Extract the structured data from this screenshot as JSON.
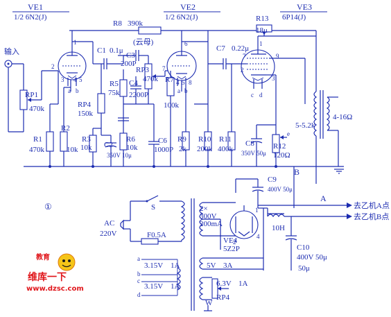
{
  "tubes": {
    "ve1": {
      "name": "VE1",
      "type": "1/2 6N2(J)",
      "pins": [
        "1",
        "2",
        "3",
        "4",
        "5",
        "a",
        "b"
      ]
    },
    "ve2": {
      "name": "VE2",
      "type": "1/2 6N2(J)",
      "pins": [
        "6",
        "7",
        "8",
        "9",
        "4",
        "5",
        "a",
        "b"
      ]
    },
    "ve3": {
      "name": "VE3",
      "type": "6P14(J)",
      "pins": [
        "2",
        "3",
        "7",
        "9",
        "1",
        "c",
        "d"
      ]
    },
    "ve4": {
      "name": "VE4",
      "type": "5Z2P",
      "pins": [
        "1",
        "2",
        "4"
      ]
    }
  },
  "input": {
    "label": "输入"
  },
  "resistors": {
    "rp1": {
      "name": "RP1",
      "value": "470k"
    },
    "r1": {
      "name": "R1",
      "value": "470k"
    },
    "r2": {
      "name": "R2",
      "value": "10k"
    },
    "r3": {
      "name": "R3",
      "value": "10k"
    },
    "rp4a": {
      "name": "RP4",
      "value": "150k"
    },
    "r5": {
      "name": "R5",
      "value": "75k"
    },
    "r6": {
      "name": "R6",
      "value": "10k"
    },
    "r7": {
      "name": "R7",
      "value": "100k"
    },
    "r8": {
      "name": "R8",
      "value": "390k"
    },
    "rp3": {
      "name": "RP3",
      "value": "470k"
    },
    "r9": {
      "name": "R9",
      "value": "2k"
    },
    "r10": {
      "name": "R10",
      "value": "200k"
    },
    "r11": {
      "name": "R11",
      "value": "400k"
    },
    "r12": {
      "name": "R12",
      "value": "120Ω"
    },
    "r13": {
      "name": "R13",
      "value": "18μ"
    }
  },
  "capacitors": {
    "c1": {
      "name": "C1",
      "value": "0.1μ"
    },
    "c2": {
      "name": "C2",
      "value": "350V 10μ"
    },
    "c3": {
      "name": "C3",
      "value": "200P"
    },
    "c4": {
      "name": "C4",
      "value": "2200P"
    },
    "c6": {
      "name": "C6",
      "value": "1000P"
    },
    "c7": {
      "name": "C7",
      "value": "0.22μ"
    },
    "c8": {
      "name": "C8",
      "value": "350V 50μ"
    },
    "c9": {
      "name": "C9",
      "value": "400V 50μ"
    },
    "c10": {
      "name": "C10",
      "value": "400V 50μ"
    },
    "mica": "(云母)"
  },
  "output": {
    "primary": "5-5.2k",
    "secondary": "4-16Ω"
  },
  "nodes": {
    "a": "A",
    "b": "B",
    "e": "e"
  },
  "power": {
    "circle_num": "①",
    "ac": "AC",
    "ac_v": "220V",
    "switch": "S",
    "fuse": "F0.5A",
    "hv": "2×",
    "hv_v": "300V",
    "hv_i": "200mA",
    "w5v": "5V",
    "w5v_i": "3A",
    "w315a": "3.15V",
    "w315a_i": "1A",
    "w315b": "3.15V",
    "w315b_i": "1A",
    "w63": "6.3V",
    "w63_i": "1A",
    "w63_pot": "RP4",
    "w_label": "W",
    "choke": "10H",
    "heater_taps": [
      "a",
      "b",
      "c",
      "d"
    ],
    "to_a": "去乙机A点",
    "to_b": "去乙机B点"
  },
  "watermark": {
    "text": "维库一下",
    "url": "www.dzsc.com",
    "badge": "教育"
  },
  "colors": {
    "ink": "#1b2bb0",
    "watermark": "#e0161b"
  }
}
